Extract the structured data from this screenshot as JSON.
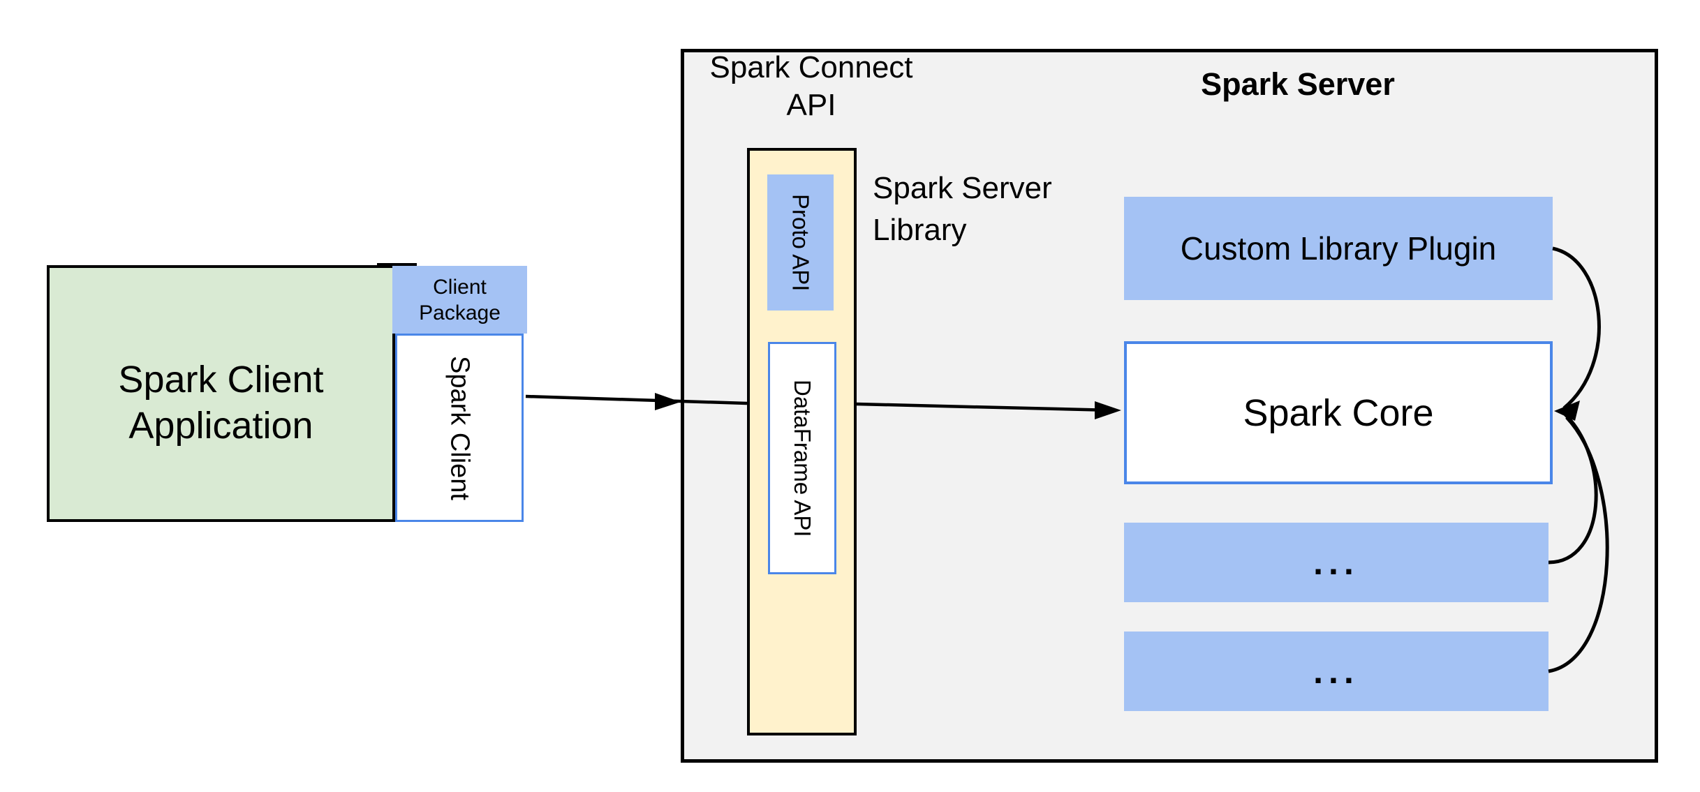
{
  "boxes": {
    "client_application": {
      "line1": "Spark Client",
      "line2": "Application"
    },
    "client_package": {
      "line1": "Client",
      "line2": "Package"
    },
    "spark_client": {
      "label": "Spark Client"
    },
    "spark_connect_api": {
      "line1": "Spark Connect",
      "line2": "API"
    },
    "spark_server": {
      "title": "Spark Server"
    },
    "proto_api": {
      "label": "Proto API"
    },
    "dataframe_api": {
      "label": "DataFrame API"
    },
    "spark_server_library": {
      "line1": "Spark Server",
      "line2": "Library"
    },
    "custom_library_plugin": {
      "label": "Custom Library Plugin"
    },
    "spark_core": {
      "label": "Spark Core"
    },
    "more_plugins_top": {
      "label": "..."
    },
    "more_plugins_bottom": {
      "label": "..."
    }
  },
  "colors": {
    "background": "#ffffff",
    "client_app_fill": "#d9ead3",
    "blue_fill": "#a4c2f4",
    "server_lib_fill": "#fff2cc",
    "server_fill": "#f2f2f2",
    "blue_border": "#4a86e8",
    "black_border": "#000000"
  }
}
